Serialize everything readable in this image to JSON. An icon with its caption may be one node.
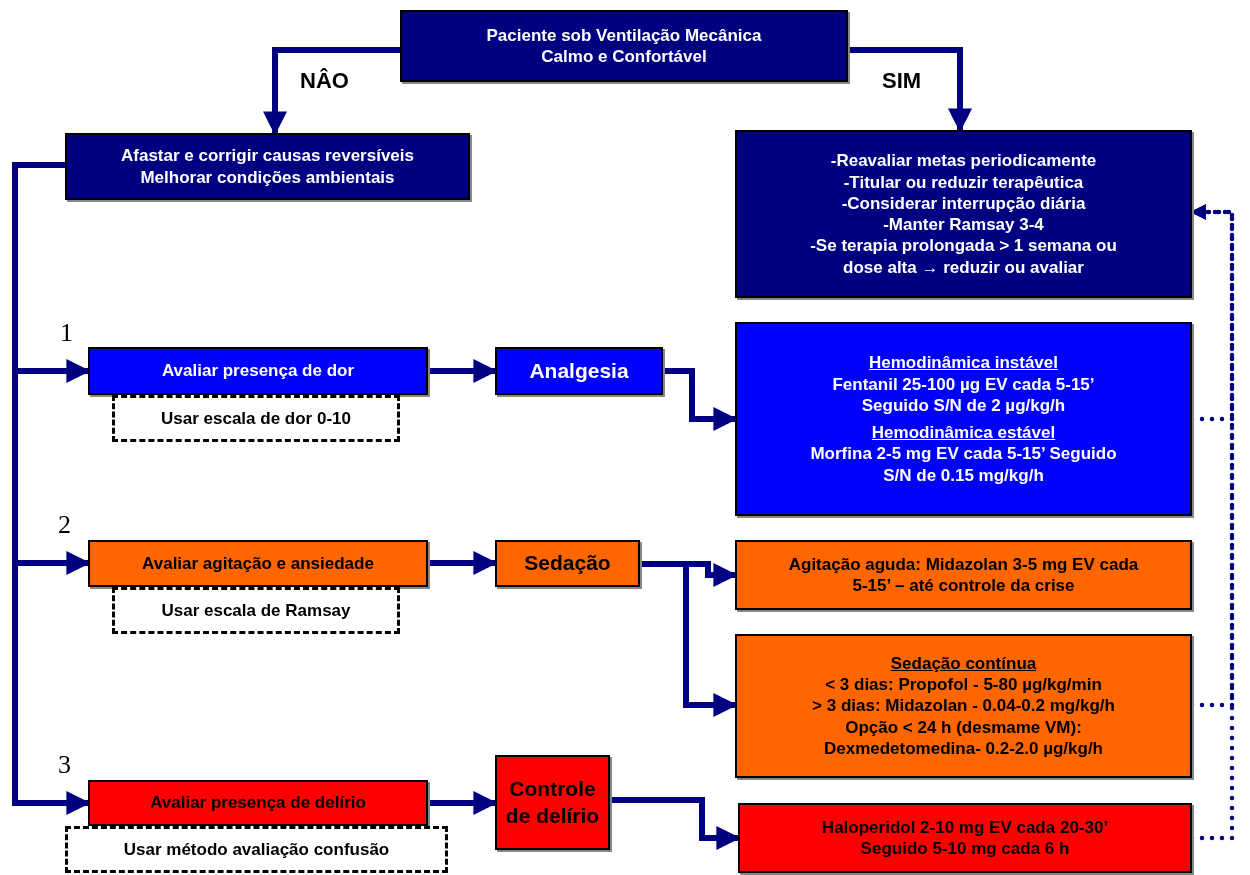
{
  "diagram": {
    "nodes": [
      {
        "text": [
          "Paciente sob Ventilação Mecânica Calmo e Confortável"
        ]
      },
      {
        "text": [
          "Afastar e corrigir causas reversíveis Melhorar condições ambientais"
        ]
      },
      {
        "text": [
          "-Reavaliar metas periodicamente",
          "-Titular ou reduzir terapêutica",
          "-Considerar interrupção diária",
          "-Manter Ramsay 3-4",
          "-Se terapia prolongada > 1 semana ou dose alta → reduzir ou avaliar"
        ]
      },
      {
        "text": [
          "Avaliar presença de dor"
        ]
      },
      {
        "text": [
          "Usar escala de dor 0-10"
        ]
      },
      {
        "text": [
          "Analgesia"
        ]
      },
      {
        "text": [
          "Hemodinâmica instável",
          "Fentanil 25-100 µg EV cada 5-15’ Seguido S/N de 2 µg/kg/h",
          "Hemodinâmica estável",
          "Morfina 2-5 mg EV cada 5-15’ Seguido S/N de 0.15 mg/kg/h"
        ]
      },
      {
        "text": [
          "Avaliar agitação e ansiedade"
        ]
      },
      {
        "text": [
          "Usar escala de Ramsay"
        ]
      },
      {
        "text": [
          "Sedação"
        ]
      },
      {
        "text": [
          "Agitação aguda: Midazolan 3-5 mg EV cada 5-15’ – até controle da crise"
        ]
      },
      {
        "text": [
          "Sedação contínua",
          "< 3 dias: Propofol - 5-80 µg/kg/min",
          "> 3 dias: Midazolan - 0.04-0.2 mg/kg/h",
          "Opção < 24 h (desmame VM): Dexmedetomedina- 0.2-2.0 µg/kg/h"
        ]
      },
      {
        "text": [
          "Avaliar presença de delírio"
        ]
      },
      {
        "text": [
          "Usar método avaliação confusão"
        ]
      },
      {
        "text": [
          "Controle de delírio"
        ]
      },
      {
        "text": [
          "Haloperidol 2-10 mg EV cada 20-30’ Seguido 5-10 mg cada 6 h"
        ]
      }
    ],
    "edges": [
      {
        "from": 0,
        "to": 1,
        "arrow": "to",
        "label": "NÂO"
      },
      {
        "from": 0,
        "to": 2,
        "arrow": "to",
        "label": "SIM"
      },
      {
        "from": 1,
        "to": 3,
        "arrow": "to"
      },
      {
        "from": 1,
        "to": 7,
        "arrow": "to"
      },
      {
        "from": 1,
        "to": 12,
        "arrow": "to"
      },
      {
        "from": 3,
        "to": 5,
        "arrow": "to"
      },
      {
        "from": 5,
        "to": 6,
        "arrow": "to"
      },
      {
        "from": 7,
        "to": 9,
        "arrow": "to"
      },
      {
        "from": 9,
        "to": 10,
        "arrow": "to"
      },
      {
        "from": 9,
        "to": 11,
        "arrow": "to"
      },
      {
        "from": 12,
        "to": 14,
        "arrow": "to"
      },
      {
        "from": 14,
        "to": 15,
        "arrow": "to"
      },
      {
        "from": 6,
        "to": 2,
        "arrow": "to",
        "style": "dashed"
      },
      {
        "from": 11,
        "to": 2,
        "arrow": "to",
        "style": "dashed"
      },
      {
        "from": 15,
        "to": 2,
        "arrow": "to",
        "style": "dashed"
      }
    ],
    "labels": [
      "1",
      "2",
      "3"
    ]
  }
}
